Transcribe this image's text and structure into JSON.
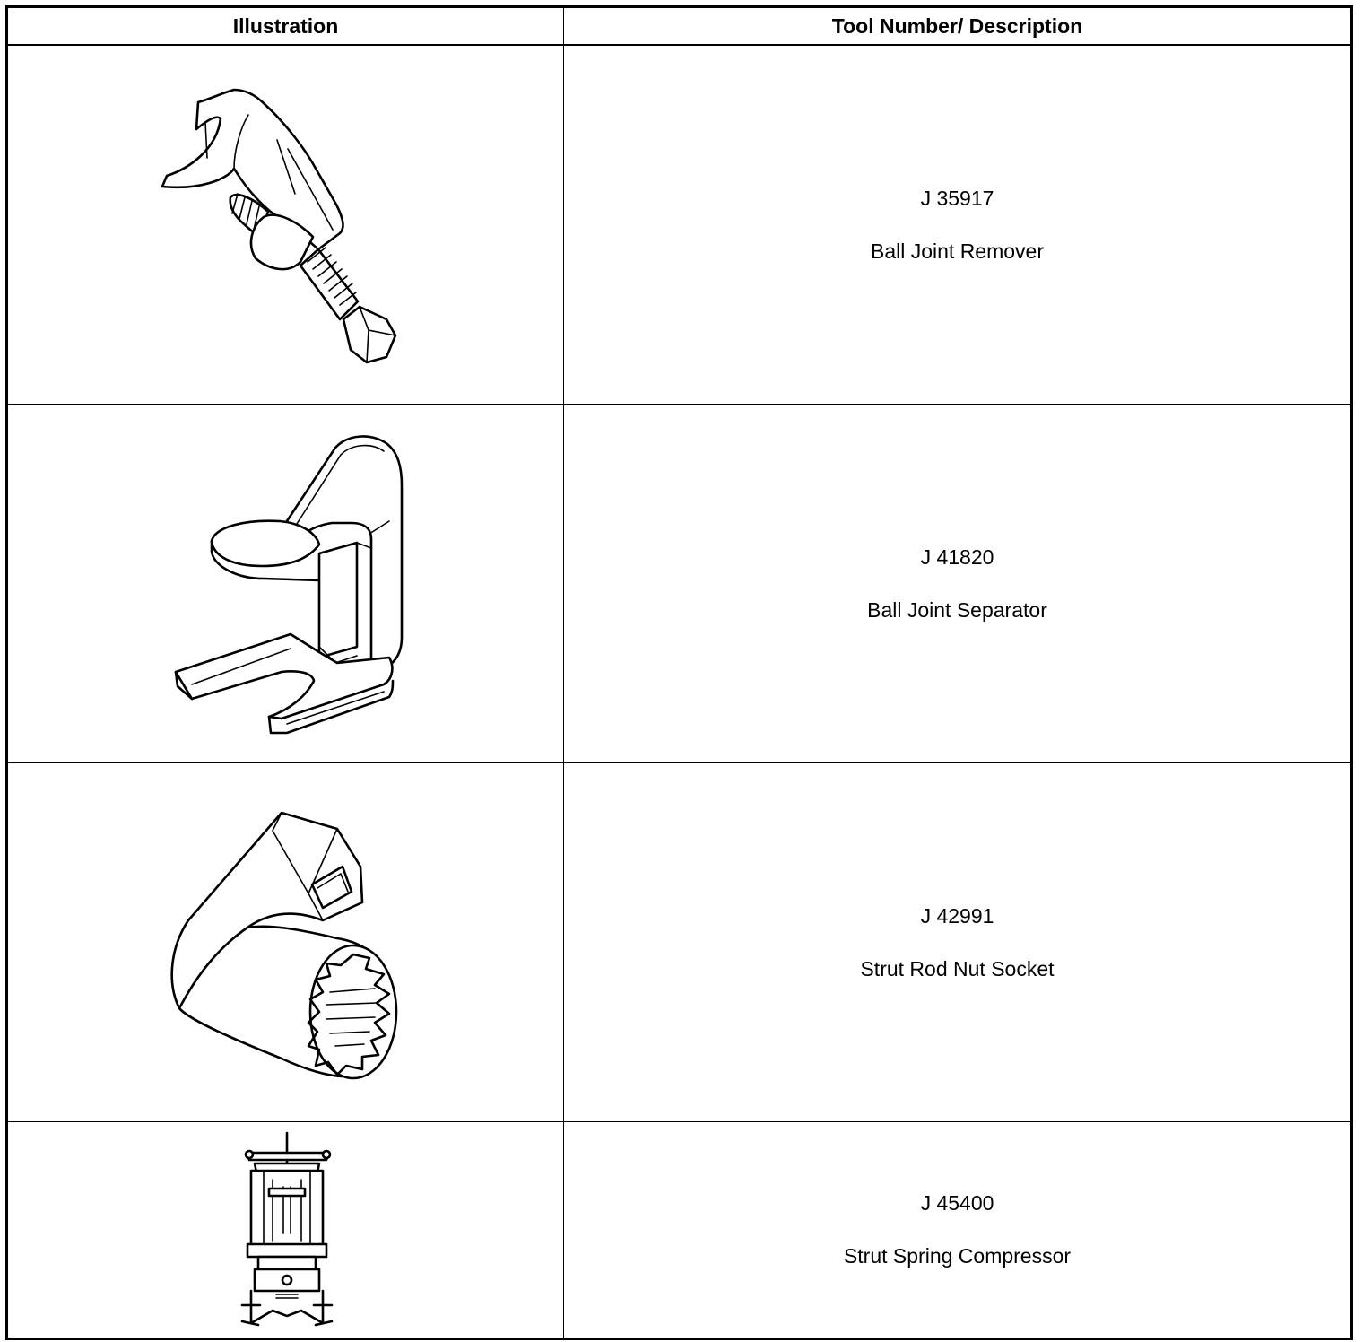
{
  "table": {
    "headers": {
      "illustration": "Illustration",
      "tool": "Tool Number/ Description"
    },
    "rows": [
      {
        "number": "J 35917",
        "description": "Ball Joint Remover",
        "icon": "ball-joint-remover-icon"
      },
      {
        "number": "J 41820",
        "description": "Ball Joint Separator",
        "icon": "ball-joint-separator-icon"
      },
      {
        "number": "J 42991",
        "description": "Strut Rod Nut Socket",
        "icon": "strut-rod-nut-socket-icon"
      },
      {
        "number": "J 45400",
        "description": "Strut Spring Compressor",
        "icon": "strut-spring-compressor-icon"
      }
    ]
  }
}
